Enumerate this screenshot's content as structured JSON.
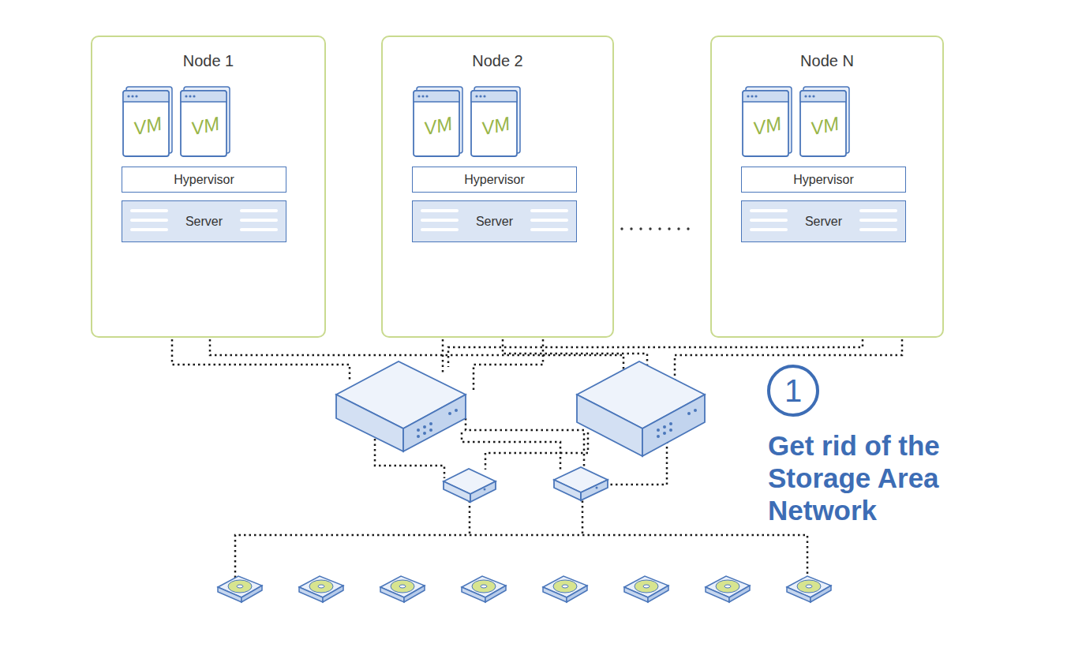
{
  "diagram": {
    "nodes": [
      {
        "text": [
          "Node 1"
        ]
      },
      {
        "text": [
          "VM"
        ],
        "in": 0
      },
      {
        "text": [
          "VM"
        ],
        "in": 0
      },
      {
        "text": [
          "Hypervisor"
        ],
        "in": 0
      },
      {
        "text": [
          "Server"
        ],
        "in": 0
      },
      {
        "text": [
          "Node 2"
        ]
      },
      {
        "text": [
          "VM"
        ],
        "in": 5
      },
      {
        "text": [
          "VM"
        ],
        "in": 5
      },
      {
        "text": [
          "Hypervisor"
        ],
        "in": 5
      },
      {
        "text": [
          "Server"
        ],
        "in": 5
      },
      {
        "text": [
          "Node N"
        ]
      },
      {
        "text": [
          "VM"
        ],
        "in": 10
      },
      {
        "text": [
          "VM"
        ],
        "in": 10
      },
      {
        "text": [
          "Hypervisor"
        ],
        "in": 10
      },
      {
        "text": [
          "Server"
        ],
        "in": 10
      }
    ],
    "labels": [
      "1",
      "Get rid of the Storage Area Network"
    ]
  }
}
